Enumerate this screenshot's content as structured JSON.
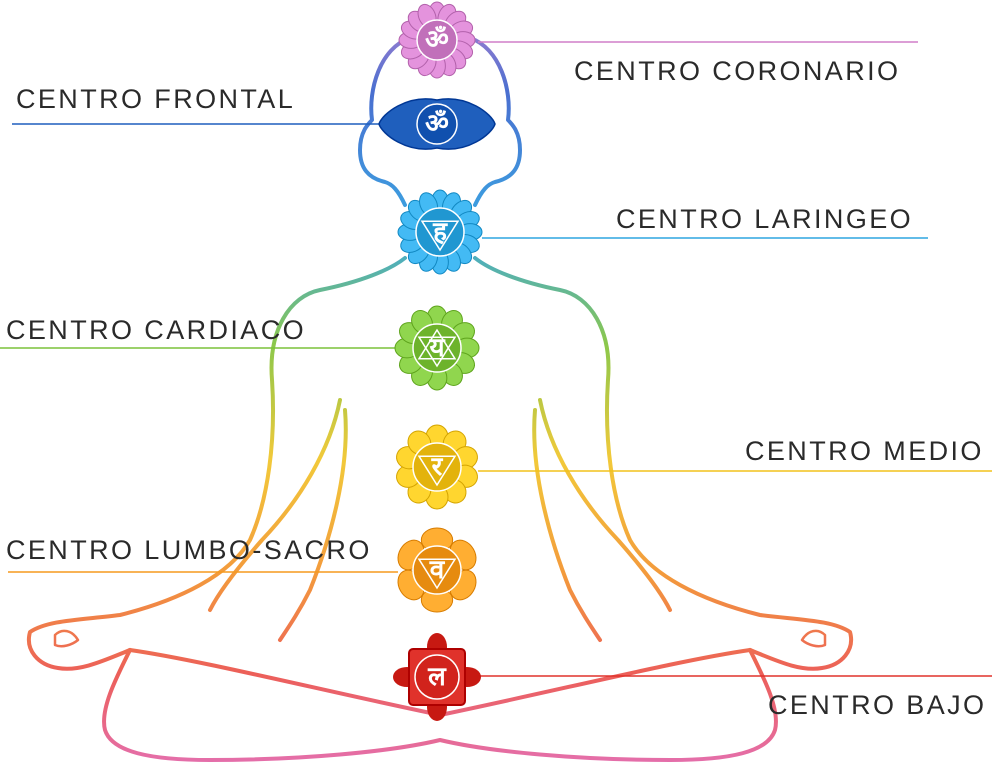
{
  "colors": {
    "crown": "#c77dc6",
    "third_eye": "#1f5fbd",
    "throat": "#2fa6e0",
    "heart": "#7cc23a",
    "solar": "#f2c21b",
    "sacral": "#f59a1e",
    "root": "#e0322b"
  },
  "centers": [
    {
      "key": "crown",
      "label": "CENTRO CORONARIO",
      "glyph": "ॐ",
      "color": "#d07fc9"
    },
    {
      "key": "third_eye",
      "label": "CENTRO FRONTAL",
      "glyph": "ॐ",
      "color": "#1f5fbd"
    },
    {
      "key": "throat",
      "label": "CENTRO LARINGEO",
      "glyph": "ह",
      "color": "#2fa6e0"
    },
    {
      "key": "heart",
      "label": "CENTRO CARDIACO",
      "glyph": "य",
      "color": "#7cc23a"
    },
    {
      "key": "solar",
      "label": "CENTRO MEDIO",
      "glyph": "र",
      "color": "#f2c21b"
    },
    {
      "key": "sacral",
      "label": "CENTRO LUMBO-SACRO",
      "glyph": "व",
      "color": "#f59a1e"
    },
    {
      "key": "root",
      "label": "CENTRO BAJO",
      "glyph": "ल",
      "color": "#e0322b"
    }
  ]
}
